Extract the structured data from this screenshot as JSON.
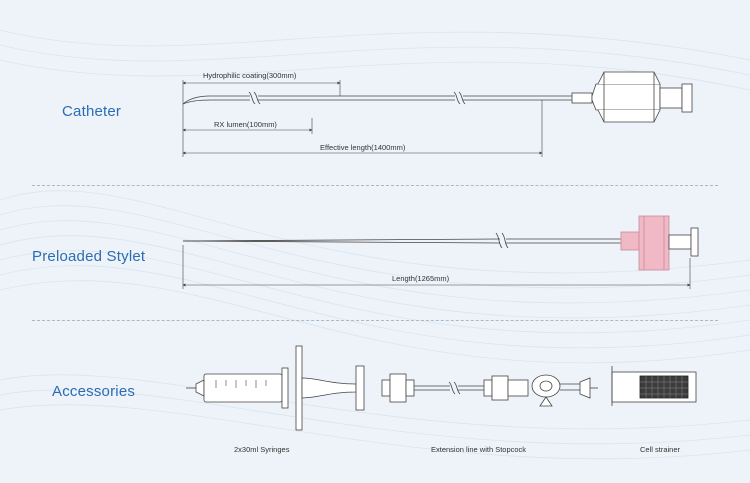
{
  "sections": {
    "catheter": {
      "label": "Catheter"
    },
    "stylet": {
      "label": "Preloaded Stylet"
    },
    "accessories": {
      "label": "Accessories"
    }
  },
  "catheter_dims": {
    "hydrophilic": "Hydrophilic coating(300mm)",
    "rx_lumen": "RX lumen(100mm)",
    "effective_length": "Effective length(1400mm)"
  },
  "stylet_dims": {
    "length": "Length(1265mm)"
  },
  "accessory_items": {
    "syringes": "2x30ml Syringes",
    "extension_line": "Extension line with Stopcock",
    "cell_strainer": "Cell strainer"
  },
  "colors": {
    "section_text": "#2b6cb5",
    "background": "#edf3f9",
    "accent_pink": "#f1b9c6",
    "line": "#444444"
  }
}
